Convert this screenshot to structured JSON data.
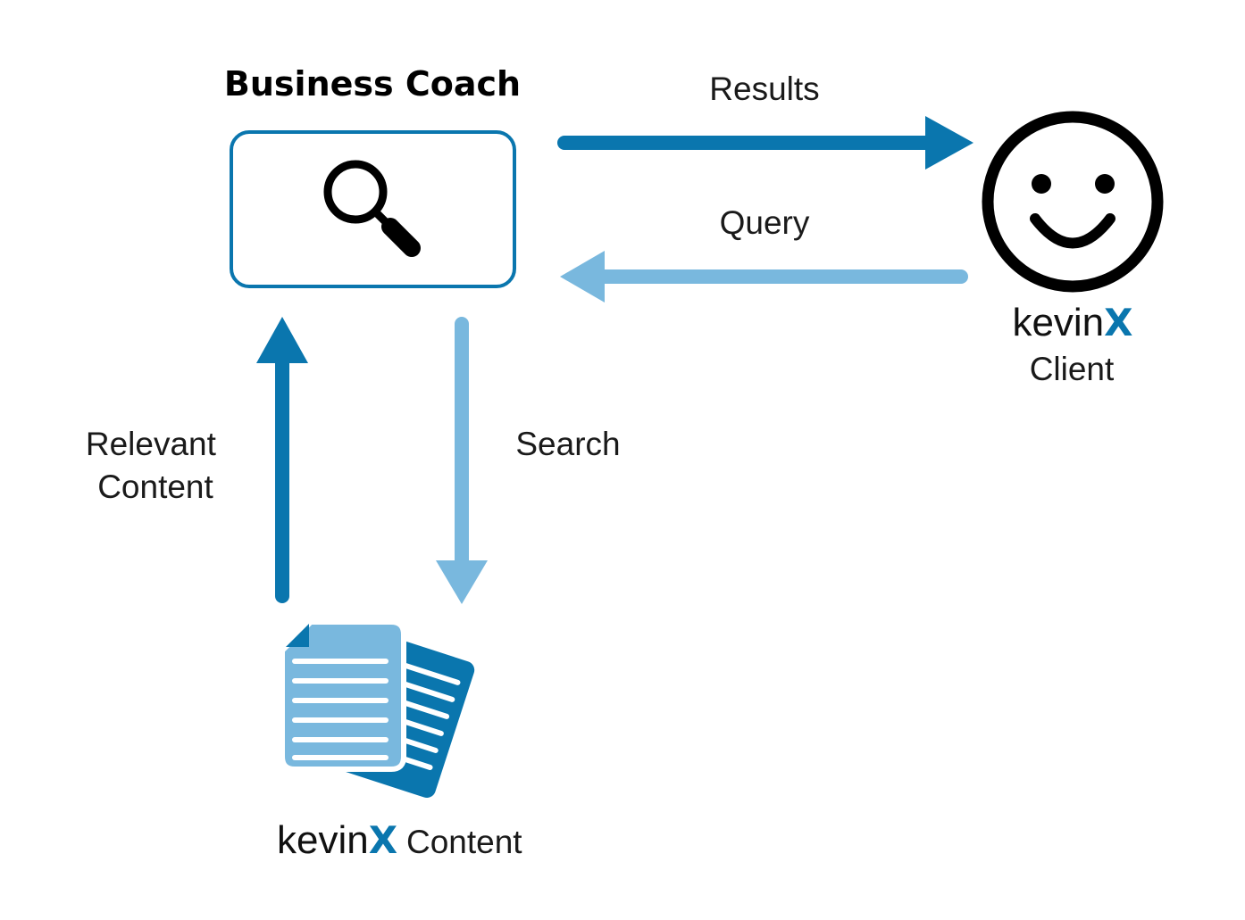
{
  "title": "Business Coach",
  "colors": {
    "dark_blue": "#0a76ae",
    "light_blue": "#79b8de",
    "black": "#000000"
  },
  "arrows": {
    "results": "Results",
    "query": "Query",
    "search": "Search",
    "relevant_content": [
      "Relevant",
      "Content"
    ]
  },
  "client": {
    "brand_main": "kevin",
    "brand_x": "X",
    "label": "Client"
  },
  "content": {
    "brand_main": "kevin",
    "brand_x": "X",
    "label": "Content"
  },
  "icons": {
    "search_box": "magnifier-icon",
    "client": "smiley-face-icon",
    "content": "documents-icon"
  }
}
